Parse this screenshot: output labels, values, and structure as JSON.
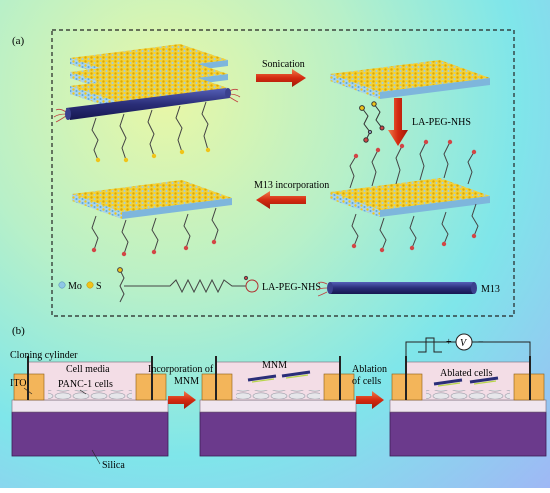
{
  "panel_a": {
    "label": "(a)",
    "step_sonication": "Sonication",
    "step_la_peg": "LA-PEG-NHS",
    "step_m13": "M13 incorporation",
    "legend": {
      "mo": "Mo",
      "s": "S",
      "la_peg": "LA-PEG-NHS",
      "m13": "M13"
    }
  },
  "panel_b": {
    "label": "(b)",
    "cloning_cylinder": "Cloning cylinder",
    "cell_media": "Cell media",
    "ito": "ITO",
    "panc1": "PANC-1 cells",
    "silica": "Silica",
    "step1_line1": "Incorporation of",
    "step1_line2": "MNM",
    "mnm": "MNM",
    "step2_line1": "Ablation",
    "step2_line2": "of cells",
    "ablated": "Ablated cells",
    "plus": "+",
    "minus": "−",
    "voltage": "V"
  },
  "colors": {
    "arrow_red": "#d42a10",
    "mo_blue": "#8fc6e6",
    "s_yellow": "#f0c419",
    "phage_navy": "#2a2e78",
    "ito_orange": "#f3b55a",
    "media_pink": "#f3dde6",
    "silica_purple": "#6b3a8c"
  }
}
